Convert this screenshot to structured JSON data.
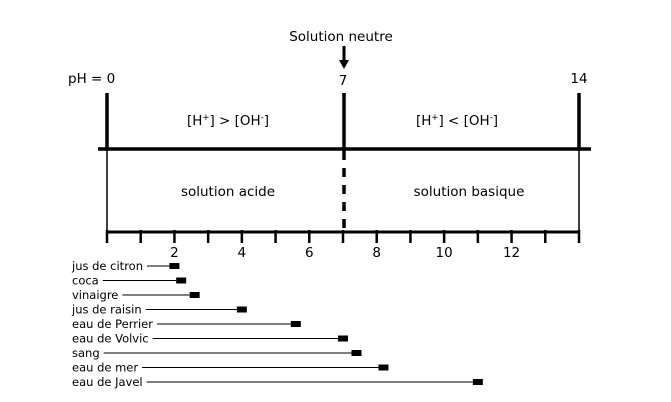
{
  "labels": {
    "neutral": "Solution neutre",
    "ph_zero": "pH = 0",
    "ph_seven": "7",
    "ph_fourteen": "14",
    "acid_region": "solution acide",
    "base_region": "solution basique",
    "acid_relation": {
      "h": "[H",
      "plus": "+",
      "mid": "] > [OH",
      "minus": "-",
      "end": "]"
    },
    "base_relation": {
      "h": "[H",
      "plus": "+",
      "mid": "] < [OH",
      "minus": "-",
      "end": "]"
    }
  },
  "scale": {
    "min": 0,
    "max": 14,
    "tick_labels": [
      "2",
      "4",
      "6",
      "8",
      "10",
      "12"
    ]
  },
  "substances": [
    {
      "name": "jus de citron",
      "ph": 2.0
    },
    {
      "name": "coca",
      "ph": 2.2
    },
    {
      "name": "vinaigre",
      "ph": 2.6
    },
    {
      "name": "jus de raisin",
      "ph": 4.0
    },
    {
      "name": "eau de Perrier",
      "ph": 5.6
    },
    {
      "name": "eau de Volvic",
      "ph": 7.0
    },
    {
      "name": "sang",
      "ph": 7.4
    },
    {
      "name": "eau de mer",
      "ph": 8.2
    },
    {
      "name": "eau de Javel",
      "ph": 11.0
    }
  ]
}
